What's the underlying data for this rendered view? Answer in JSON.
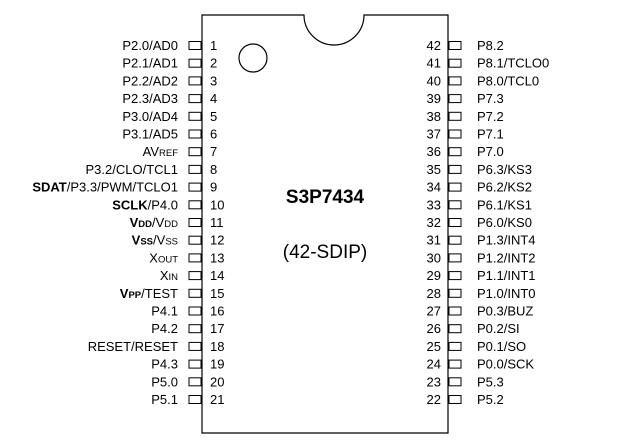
{
  "chip": {
    "name": "S3P7434",
    "package": "(42-SDIP)"
  },
  "left_pins": [
    {
      "num": "1",
      "parts": [
        {
          "t": "P2.0/AD0"
        }
      ]
    },
    {
      "num": "2",
      "parts": [
        {
          "t": "P2.1/AD1"
        }
      ]
    },
    {
      "num": "3",
      "parts": [
        {
          "t": "P2.2/AD2"
        }
      ]
    },
    {
      "num": "4",
      "parts": [
        {
          "t": "P2.3/AD3"
        }
      ]
    },
    {
      "num": "5",
      "parts": [
        {
          "t": "P3.0/AD4"
        }
      ]
    },
    {
      "num": "6",
      "parts": [
        {
          "t": "P3.1/AD5"
        }
      ]
    },
    {
      "num": "7",
      "parts": [
        {
          "t": "AV"
        },
        {
          "t": "REF",
          "small": true
        }
      ]
    },
    {
      "num": "8",
      "parts": [
        {
          "t": "P3.2/CLO/TCL1"
        }
      ]
    },
    {
      "num": "9",
      "parts": [
        {
          "t": "SDAT",
          "bold": true
        },
        {
          "t": "/P3.3/PWM/TCLO1"
        }
      ]
    },
    {
      "num": "10",
      "parts": [
        {
          "t": "SCLK",
          "bold": true
        },
        {
          "t": "/P4.0"
        }
      ]
    },
    {
      "num": "11",
      "parts": [
        {
          "t": "V",
          "bold": true
        },
        {
          "t": "DD",
          "bold": true,
          "small": true
        },
        {
          "t": "/V"
        },
        {
          "t": "DD",
          "small": true
        }
      ]
    },
    {
      "num": "12",
      "parts": [
        {
          "t": "V",
          "bold": true
        },
        {
          "t": "SS",
          "bold": true,
          "small": true
        },
        {
          "t": "/V"
        },
        {
          "t": "SS",
          "small": true
        }
      ]
    },
    {
      "num": "13",
      "parts": [
        {
          "t": "X"
        },
        {
          "t": "OUT",
          "small": true
        }
      ]
    },
    {
      "num": "14",
      "parts": [
        {
          "t": "X"
        },
        {
          "t": "IN",
          "small": true
        }
      ]
    },
    {
      "num": "15",
      "parts": [
        {
          "t": "V",
          "bold": true
        },
        {
          "t": "PP",
          "bold": true,
          "small": true
        },
        {
          "t": "/TEST"
        }
      ]
    },
    {
      "num": "16",
      "parts": [
        {
          "t": "P4.1"
        }
      ]
    },
    {
      "num": "17",
      "parts": [
        {
          "t": "P4.2"
        }
      ]
    },
    {
      "num": "18",
      "parts": [
        {
          "t": "RESET/RESET"
        }
      ]
    },
    {
      "num": "19",
      "parts": [
        {
          "t": "P4.3"
        }
      ]
    },
    {
      "num": "20",
      "parts": [
        {
          "t": "P5.0"
        }
      ]
    },
    {
      "num": "21",
      "parts": [
        {
          "t": "P5.1"
        }
      ]
    }
  ],
  "right_pins": [
    {
      "num": "42",
      "parts": [
        {
          "t": "P8.2"
        }
      ]
    },
    {
      "num": "41",
      "parts": [
        {
          "t": "P8.1/TCLO0"
        }
      ]
    },
    {
      "num": "40",
      "parts": [
        {
          "t": "P8.0/TCL0"
        }
      ]
    },
    {
      "num": "39",
      "parts": [
        {
          "t": "P7.3"
        }
      ]
    },
    {
      "num": "38",
      "parts": [
        {
          "t": "P7.2"
        }
      ]
    },
    {
      "num": "37",
      "parts": [
        {
          "t": "P7.1"
        }
      ]
    },
    {
      "num": "36",
      "parts": [
        {
          "t": "P7.0"
        }
      ]
    },
    {
      "num": "35",
      "parts": [
        {
          "t": "P6.3/KS3"
        }
      ]
    },
    {
      "num": "34",
      "parts": [
        {
          "t": "P6.2/KS2"
        }
      ]
    },
    {
      "num": "33",
      "parts": [
        {
          "t": "P6.1/KS1"
        }
      ]
    },
    {
      "num": "32",
      "parts": [
        {
          "t": "P6.0/KS0"
        }
      ]
    },
    {
      "num": "31",
      "parts": [
        {
          "t": "P1.3/INT4"
        }
      ]
    },
    {
      "num": "30",
      "parts": [
        {
          "t": "P1.2/INT2"
        }
      ]
    },
    {
      "num": "29",
      "parts": [
        {
          "t": "P1.1/INT1"
        }
      ]
    },
    {
      "num": "28",
      "parts": [
        {
          "t": "P1.0/INT0"
        }
      ]
    },
    {
      "num": "27",
      "parts": [
        {
          "t": "P0.3/BUZ"
        }
      ]
    },
    {
      "num": "26",
      "parts": [
        {
          "t": "P0.2/SI"
        }
      ]
    },
    {
      "num": "25",
      "parts": [
        {
          "t": "P0.1/SO"
        }
      ]
    },
    {
      "num": "24",
      "parts": [
        {
          "t": "P0.0/SCK"
        }
      ]
    },
    {
      "num": "23",
      "parts": [
        {
          "t": "P5.3"
        }
      ]
    },
    {
      "num": "22",
      "parts": [
        {
          "t": "P5.2"
        }
      ]
    }
  ]
}
